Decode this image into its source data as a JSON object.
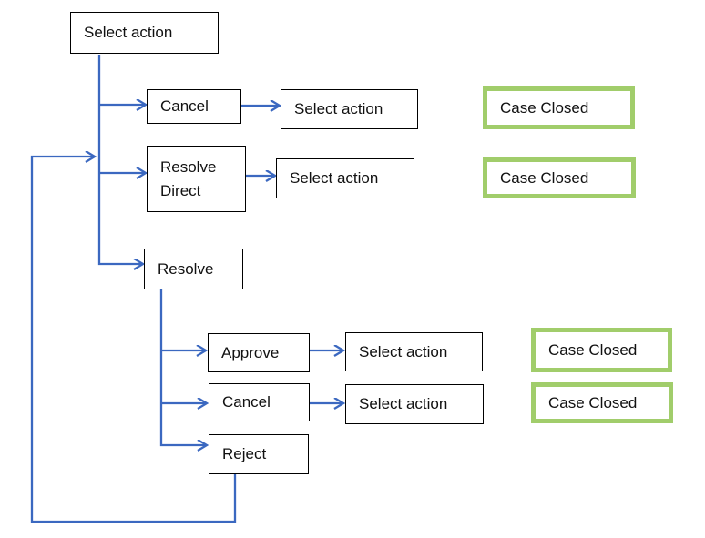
{
  "diagram": {
    "type": "flowchart",
    "colors": {
      "connector_blue": "#3b68c0",
      "closed_green": "#a1cd6b",
      "box_border": "#000000",
      "background": "#ffffff"
    },
    "nodes": {
      "select_action_top": {
        "label": "Select action"
      },
      "cancel_1": {
        "label": "Cancel"
      },
      "select_action_after_cancel": {
        "label": "Select action"
      },
      "case_closed_1": {
        "label": "Case Closed"
      },
      "resolve_direct": {
        "label": "Resolve Direct"
      },
      "select_action_after_resolve_direct": {
        "label": "Select action"
      },
      "case_closed_2": {
        "label": "Case Closed"
      },
      "resolve": {
        "label": "Resolve"
      },
      "approve": {
        "label": "Approve"
      },
      "select_action_after_approve": {
        "label": "Select action"
      },
      "case_closed_3": {
        "label": "Case Closed"
      },
      "cancel_2": {
        "label": "Cancel"
      },
      "select_action_after_cancel_2": {
        "label": "Select action"
      },
      "case_closed_4": {
        "label": "Case Closed"
      },
      "reject": {
        "label": "Reject"
      }
    },
    "edges": [
      "select_action_top -> cancel_1",
      "select_action_top -> resolve_direct",
      "select_action_top -> resolve",
      "cancel_1 -> select_action_after_cancel",
      "resolve_direct -> select_action_after_resolve_direct",
      "resolve -> approve",
      "resolve -> cancel_2",
      "resolve -> reject",
      "approve -> select_action_after_approve",
      "cancel_2 -> select_action_after_cancel_2",
      "reject -> select_action_top (loop back)"
    ]
  }
}
